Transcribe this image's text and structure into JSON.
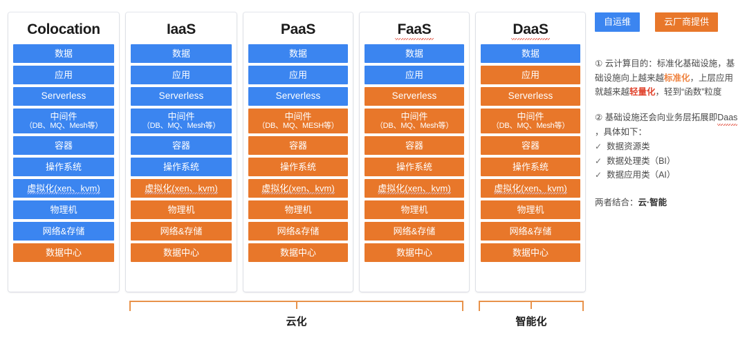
{
  "columns": [
    {
      "title": "Colocation",
      "title_squiggle": false,
      "layers": [
        {
          "label": "数据",
          "color": "blue"
        },
        {
          "label": "应用",
          "color": "blue"
        },
        {
          "label": "Serverless",
          "color": "blue",
          "latin": true
        },
        {
          "label": "中间件",
          "sub": "（DB、MQ、Mesh等）",
          "color": "blue"
        },
        {
          "label": "容器",
          "color": "blue"
        },
        {
          "label": "操作系统",
          "color": "blue"
        },
        {
          "label": "虚拟化(xen、kvm)",
          "color": "blue",
          "squiggle": true
        },
        {
          "label": "物理机",
          "color": "blue"
        },
        {
          "label": "网络&存储",
          "color": "blue"
        },
        {
          "label": "数据中心",
          "color": "orange"
        }
      ]
    },
    {
      "title": "IaaS",
      "title_squiggle": false,
      "layers": [
        {
          "label": "数据",
          "color": "blue"
        },
        {
          "label": "应用",
          "color": "blue"
        },
        {
          "label": "Serverless",
          "color": "blue",
          "latin": true
        },
        {
          "label": "中间件",
          "sub": "（DB、MQ、Mesh等）",
          "color": "blue"
        },
        {
          "label": "容器",
          "color": "blue"
        },
        {
          "label": "操作系统",
          "color": "blue"
        },
        {
          "label": "虚拟化(xen、kvm)",
          "color": "orange",
          "squiggle": true
        },
        {
          "label": "物理机",
          "color": "orange"
        },
        {
          "label": "网络&存储",
          "color": "orange"
        },
        {
          "label": "数据中心",
          "color": "orange"
        }
      ]
    },
    {
      "title": "PaaS",
      "title_squiggle": false,
      "layers": [
        {
          "label": "数据",
          "color": "blue"
        },
        {
          "label": "应用",
          "color": "blue"
        },
        {
          "label": "Serverless",
          "color": "blue",
          "latin": true
        },
        {
          "label": "中间件",
          "sub": "（DB、MQ、MESH等）",
          "color": "orange"
        },
        {
          "label": "容器",
          "color": "orange"
        },
        {
          "label": "操作系统",
          "color": "orange"
        },
        {
          "label": "虚拟化(xen、kvm)",
          "color": "orange",
          "squiggle": true
        },
        {
          "label": "物理机",
          "color": "orange"
        },
        {
          "label": "网络&存储",
          "color": "orange"
        },
        {
          "label": "数据中心",
          "color": "orange"
        }
      ]
    },
    {
      "title": "FaaS",
      "title_squiggle": true,
      "layers": [
        {
          "label": "数据",
          "color": "blue"
        },
        {
          "label": "应用",
          "color": "blue"
        },
        {
          "label": "Serverless",
          "color": "orange",
          "latin": true
        },
        {
          "label": "中间件",
          "sub": "（DB、MQ、Mesh等）",
          "color": "orange"
        },
        {
          "label": "容器",
          "color": "orange"
        },
        {
          "label": "操作系统",
          "color": "orange"
        },
        {
          "label": "虚拟化(xen、kvm)",
          "color": "orange",
          "squiggle": true
        },
        {
          "label": "物理机",
          "color": "orange"
        },
        {
          "label": "网络&存储",
          "color": "orange"
        },
        {
          "label": "数据中心",
          "color": "orange"
        }
      ]
    },
    {
      "title": "DaaS",
      "title_squiggle": true,
      "layers": [
        {
          "label": "数据",
          "color": "blue"
        },
        {
          "label": "应用",
          "color": "orange"
        },
        {
          "label": "Serverless",
          "color": "orange",
          "latin": true
        },
        {
          "label": "中间件",
          "sub": "（DB、MQ、Mesh等）",
          "color": "orange"
        },
        {
          "label": "容器",
          "color": "orange"
        },
        {
          "label": "操作系统",
          "color": "orange"
        },
        {
          "label": "虚拟化(xen、kvm)",
          "color": "orange",
          "squiggle": true
        },
        {
          "label": "物理机",
          "color": "orange"
        },
        {
          "label": "网络&存储",
          "color": "orange"
        },
        {
          "label": "数据中心",
          "color": "orange"
        }
      ]
    }
  ],
  "brackets": [
    {
      "label": "云化"
    },
    {
      "label": "智能化"
    }
  ],
  "legend": {
    "self_managed": "自运维",
    "cloud_provider": "云厂商提供"
  },
  "notes": {
    "note1": {
      "marker": "①",
      "part1": "云计算目的：标准化基础设施，基础设施向上越来越",
      "hl1": "标准化",
      "part2": "，上层应用就越来越",
      "hl2": "轻量化",
      "part3": "，轻到“函数”粒度"
    },
    "note2": {
      "marker": "②",
      "text_before": "基础设施还会向业务层拓展即",
      "daas": "Daas",
      "text_after": "，具体如下：",
      "items": [
        {
          "check": "✓",
          "label": "数据资源类"
        },
        {
          "check": "✓",
          "label": "数据处理类（BI）"
        },
        {
          "check": "✓",
          "label": "数据应用类（AI）"
        }
      ]
    },
    "conclusion": {
      "prefix": "两者结合：",
      "strong": "云·智能"
    }
  },
  "colors": {
    "blue": "#3b85f0",
    "orange": "#e8772a",
    "bracket": "#e8924a",
    "highlight_orange": "#ef8340",
    "highlight_red": "#e0452f"
  }
}
